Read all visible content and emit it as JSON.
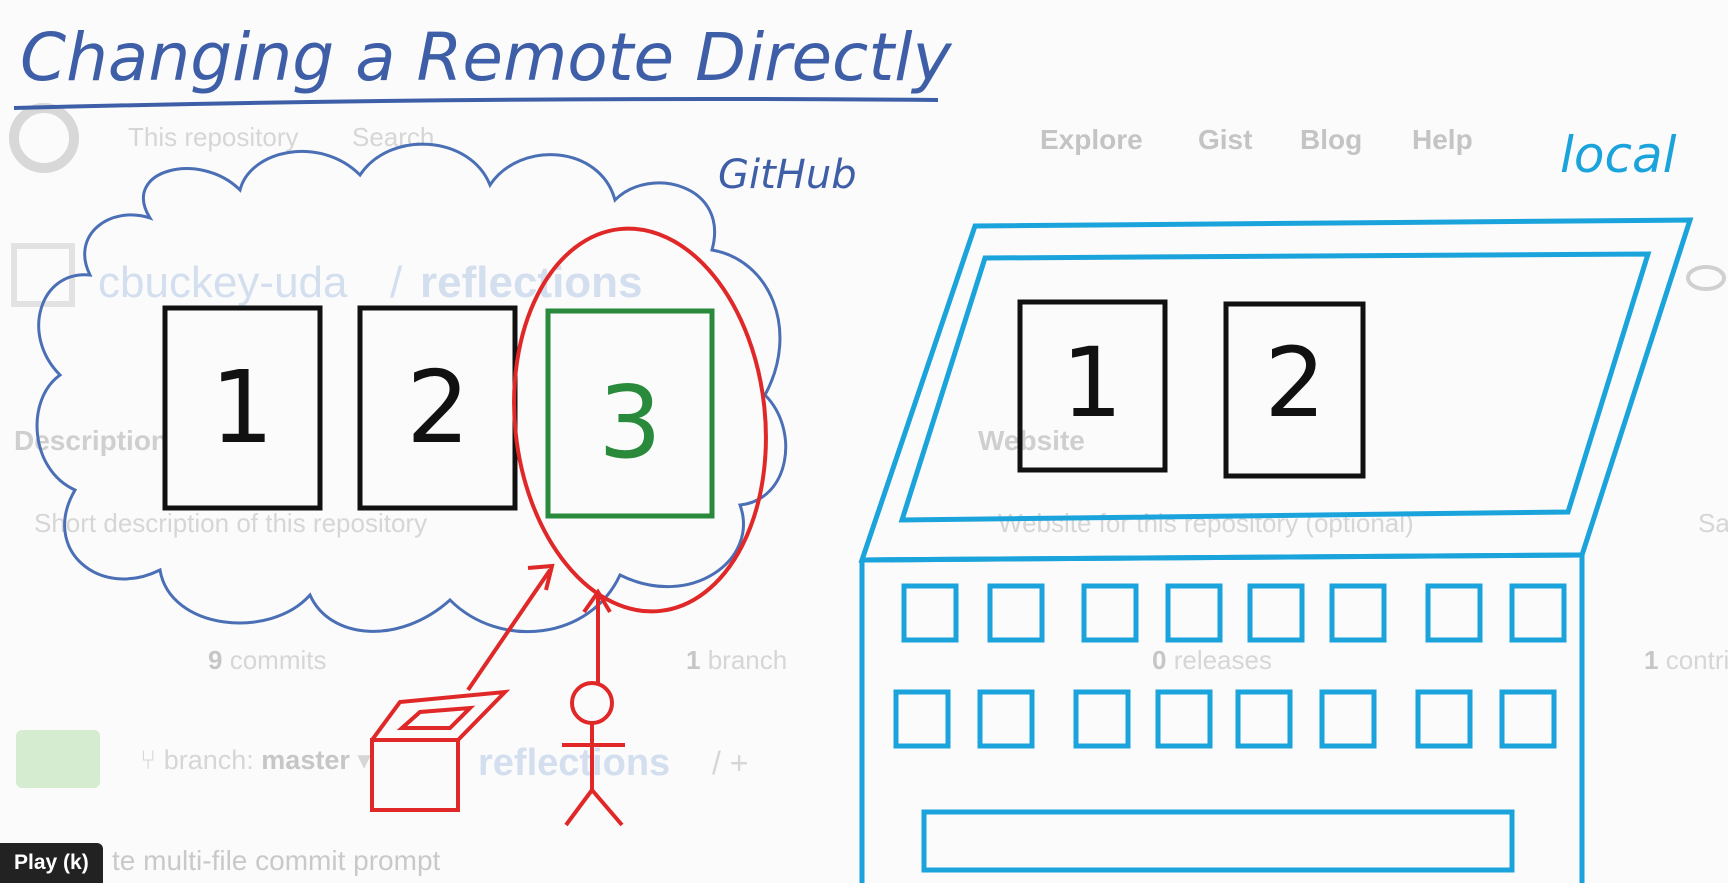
{
  "video": {
    "title": "Changing a Remote Directly",
    "play_button_label": "Play (k)"
  },
  "background_page": {
    "search_scope": "This repository",
    "search_placeholder": "Search",
    "nav": [
      "Explore",
      "Gist",
      "Blog",
      "Help"
    ],
    "repo_owner": "cbuckey-uda",
    "repo_separator": "/",
    "repo_name": "reflections",
    "description_label": "Description",
    "description_placeholder": "Short description of this repository",
    "website_label": "Website",
    "website_placeholder": "Website for this repository (optional)",
    "save_partial": "Sa",
    "stats": [
      {
        "count": "9",
        "label": "commits"
      },
      {
        "count": "1",
        "label": "branch"
      },
      {
        "count": "0",
        "label": "releases"
      },
      {
        "count": "1",
        "label": "contributor"
      }
    ],
    "branch_prefix": "branch:",
    "branch_name": "master",
    "path_repo": "reflections",
    "path_plus": "/ +",
    "commit_message": "te multi-file commit prompt"
  },
  "drawing": {
    "github_label": "GitHub",
    "local_label": "local",
    "remote_commits": [
      "1",
      "2",
      "3"
    ],
    "local_commits": [
      "1",
      "2"
    ],
    "colors": {
      "cloud": "#4a6fb5",
      "laptop": "#1ba3dc",
      "highlight": "#e02828",
      "new_commit": "#2a8a3c",
      "ink": "#111111"
    }
  }
}
